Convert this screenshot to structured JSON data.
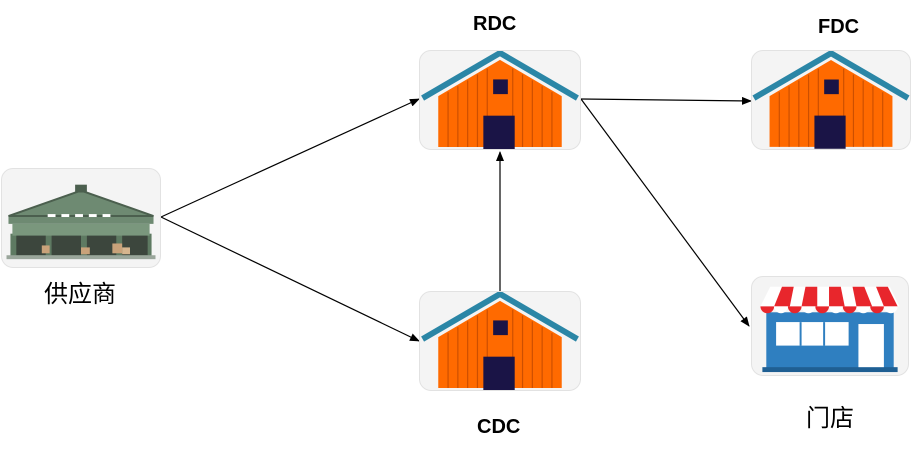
{
  "nodes": {
    "supplier": {
      "label": "供应商",
      "icon": "warehouse-icon"
    },
    "rdc": {
      "label": "RDC",
      "icon": "distribution-center-icon"
    },
    "fdc": {
      "label": "FDC",
      "icon": "distribution-center-icon"
    },
    "cdc": {
      "label": "CDC",
      "icon": "distribution-center-icon"
    },
    "store": {
      "label": "门店",
      "icon": "storefront-icon"
    }
  },
  "edges": [
    {
      "from": "supplier",
      "to": "rdc"
    },
    {
      "from": "supplier",
      "to": "cdc"
    },
    {
      "from": "cdc",
      "to": "rdc"
    },
    {
      "from": "rdc",
      "to": "fdc"
    },
    {
      "from": "rdc",
      "to": "store"
    }
  ],
  "colors": {
    "barn_wall": "#ff6a00",
    "barn_roof": "#2b86a6",
    "barn_door": "#1a1446",
    "awning_red": "#e8262c",
    "store_blue": "#2f7fc0",
    "supplier_roof": "#5f7a63"
  }
}
